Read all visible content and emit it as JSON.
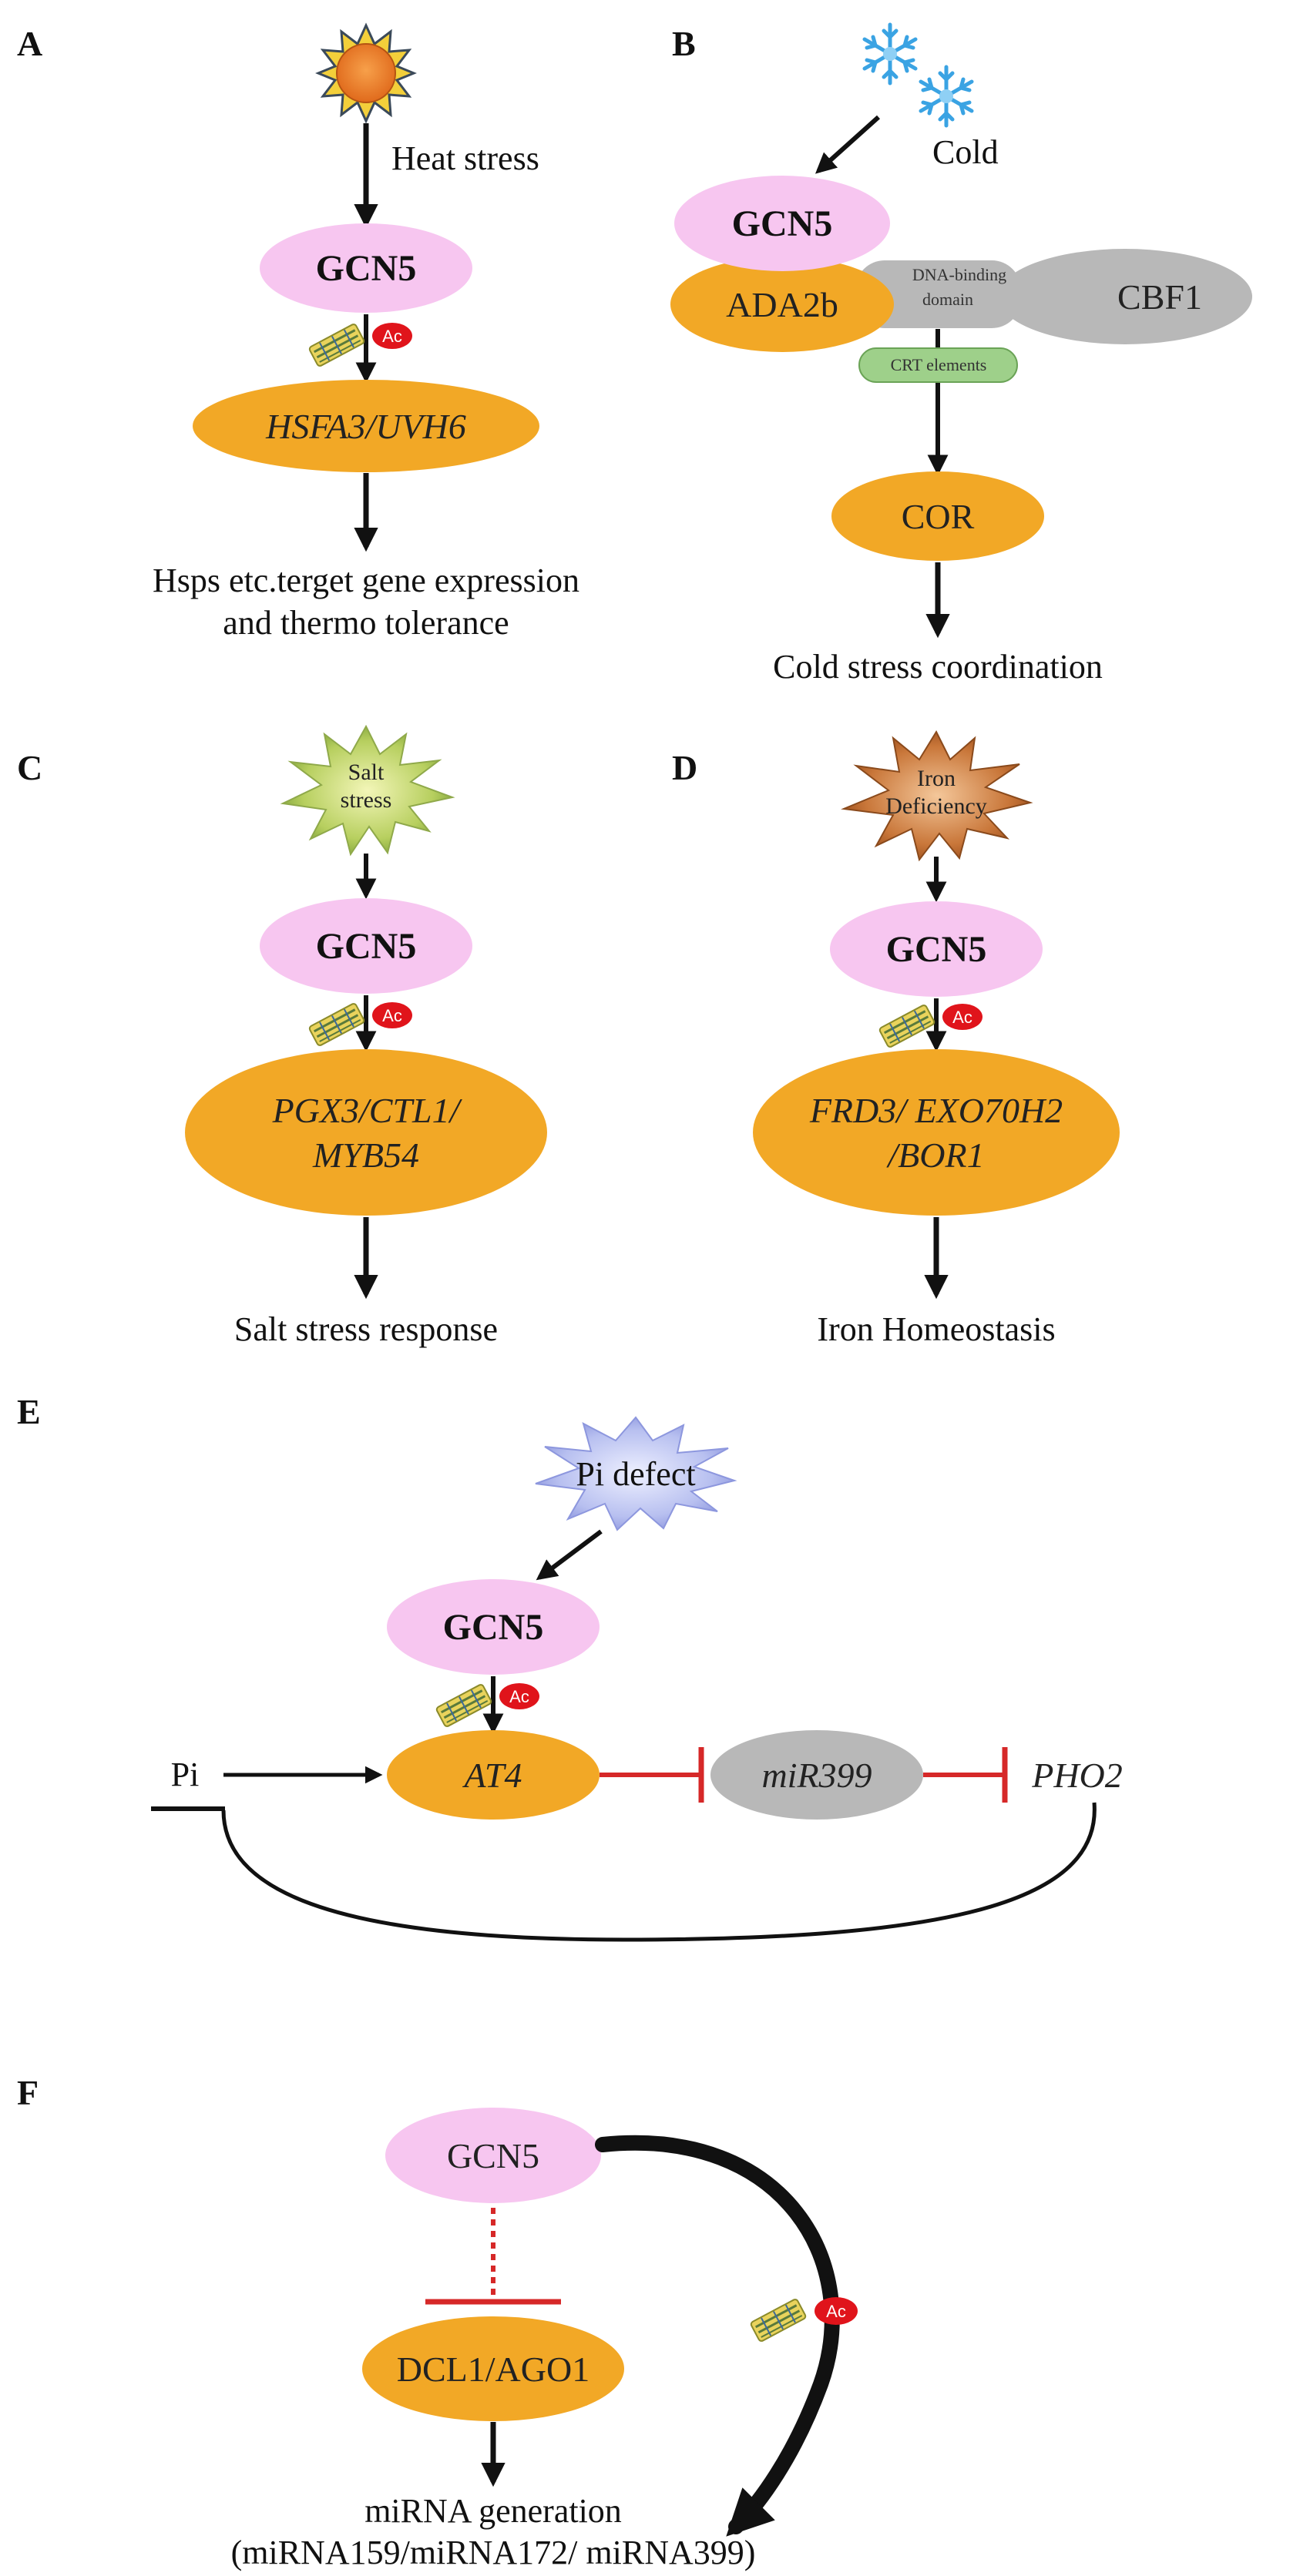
{
  "colors": {
    "gcn5": "#f7c6f0",
    "target": "#f2a826",
    "grey": "#b8b8b8",
    "crt": "#9ed08a",
    "ac": "#e0141b",
    "inhibit": "#d62828",
    "arrow": "#111111"
  },
  "panels": {
    "A": {
      "letter": "A",
      "stimulus": "Heat stress",
      "gcn5": "GCN5",
      "ac": "Ac",
      "target": "HSFA3/UVH6",
      "outcome_line1": "Hsps etc.terget gene expression",
      "outcome_line2": "and thermo tolerance"
    },
    "B": {
      "letter": "B",
      "stimulus": "Cold",
      "gcn5": "GCN5",
      "ada2b": "ADA2b",
      "dbd_line1": "DNA-binding",
      "dbd_line2": "domain",
      "cbf1": "CBF1",
      "crt": "CRT elements",
      "target": "COR",
      "outcome": "Cold stress coordination"
    },
    "C": {
      "letter": "C",
      "stimulus_line1": "Salt",
      "stimulus_line2": "stress",
      "gcn5": "GCN5",
      "ac": "Ac",
      "target_line1": "PGX3/CTL1/",
      "target_line2": "MYB54",
      "outcome": "Salt stress response"
    },
    "D": {
      "letter": "D",
      "stimulus_line1": "Iron",
      "stimulus_line2": "Deficiency",
      "gcn5": "GCN5",
      "ac": "Ac",
      "target_line1": "FRD3/ EXO70H2",
      "target_line2": "/BOR1",
      "outcome": "Iron Homeostasis"
    },
    "E": {
      "letter": "E",
      "stimulus": "Pi defect",
      "gcn5": "GCN5",
      "ac": "Ac",
      "pi": "Pi",
      "at4": "AT4",
      "mir399": "miR399",
      "pho2": "PHO2"
    },
    "F": {
      "letter": "F",
      "gcn5": "GCN5",
      "ac": "Ac",
      "target": "DCL1/AGO1",
      "outcome_line1": "miRNA generation",
      "outcome_line2": "(miRNA159/miRNA172/ miRNA399)"
    }
  }
}
